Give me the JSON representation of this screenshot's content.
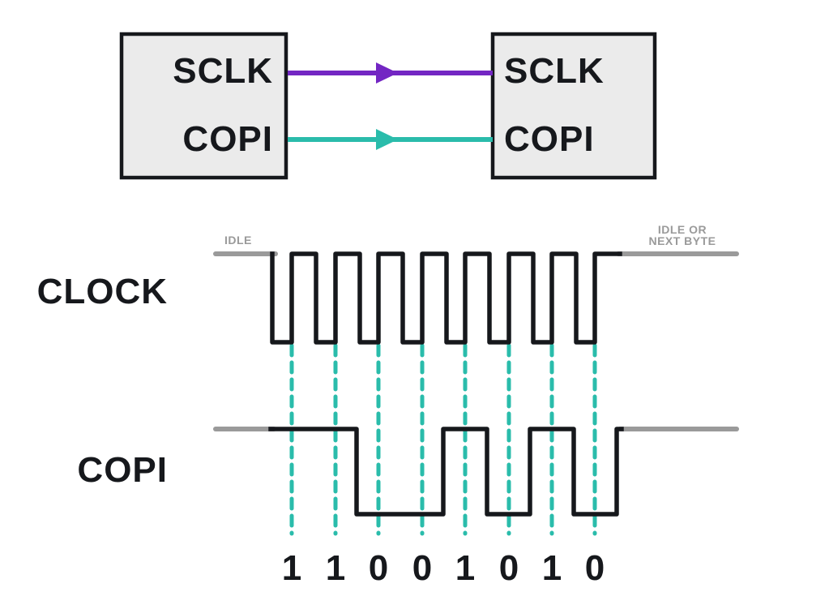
{
  "colors": {
    "purple": "#7326C3",
    "teal": "#2ABCAB",
    "gray": "#9A9A9A",
    "ink": "#16181C",
    "box_fill": "#EBEBEB"
  },
  "block_diagram": {
    "controller": {
      "pins": [
        "SCLK",
        "COPI"
      ]
    },
    "peripheral": {
      "pins": [
        "SCLK",
        "COPI"
      ]
    }
  },
  "timing": {
    "clock_label": "CLOCK",
    "copi_label": "COPI",
    "idle_label": "IDLE",
    "idle_right_line1": "IDLE OR",
    "idle_right_line2": "NEXT BYTE",
    "clock_pulses": 8,
    "bits": [
      "1",
      "1",
      "0",
      "0",
      "1",
      "0",
      "1",
      "0"
    ]
  }
}
